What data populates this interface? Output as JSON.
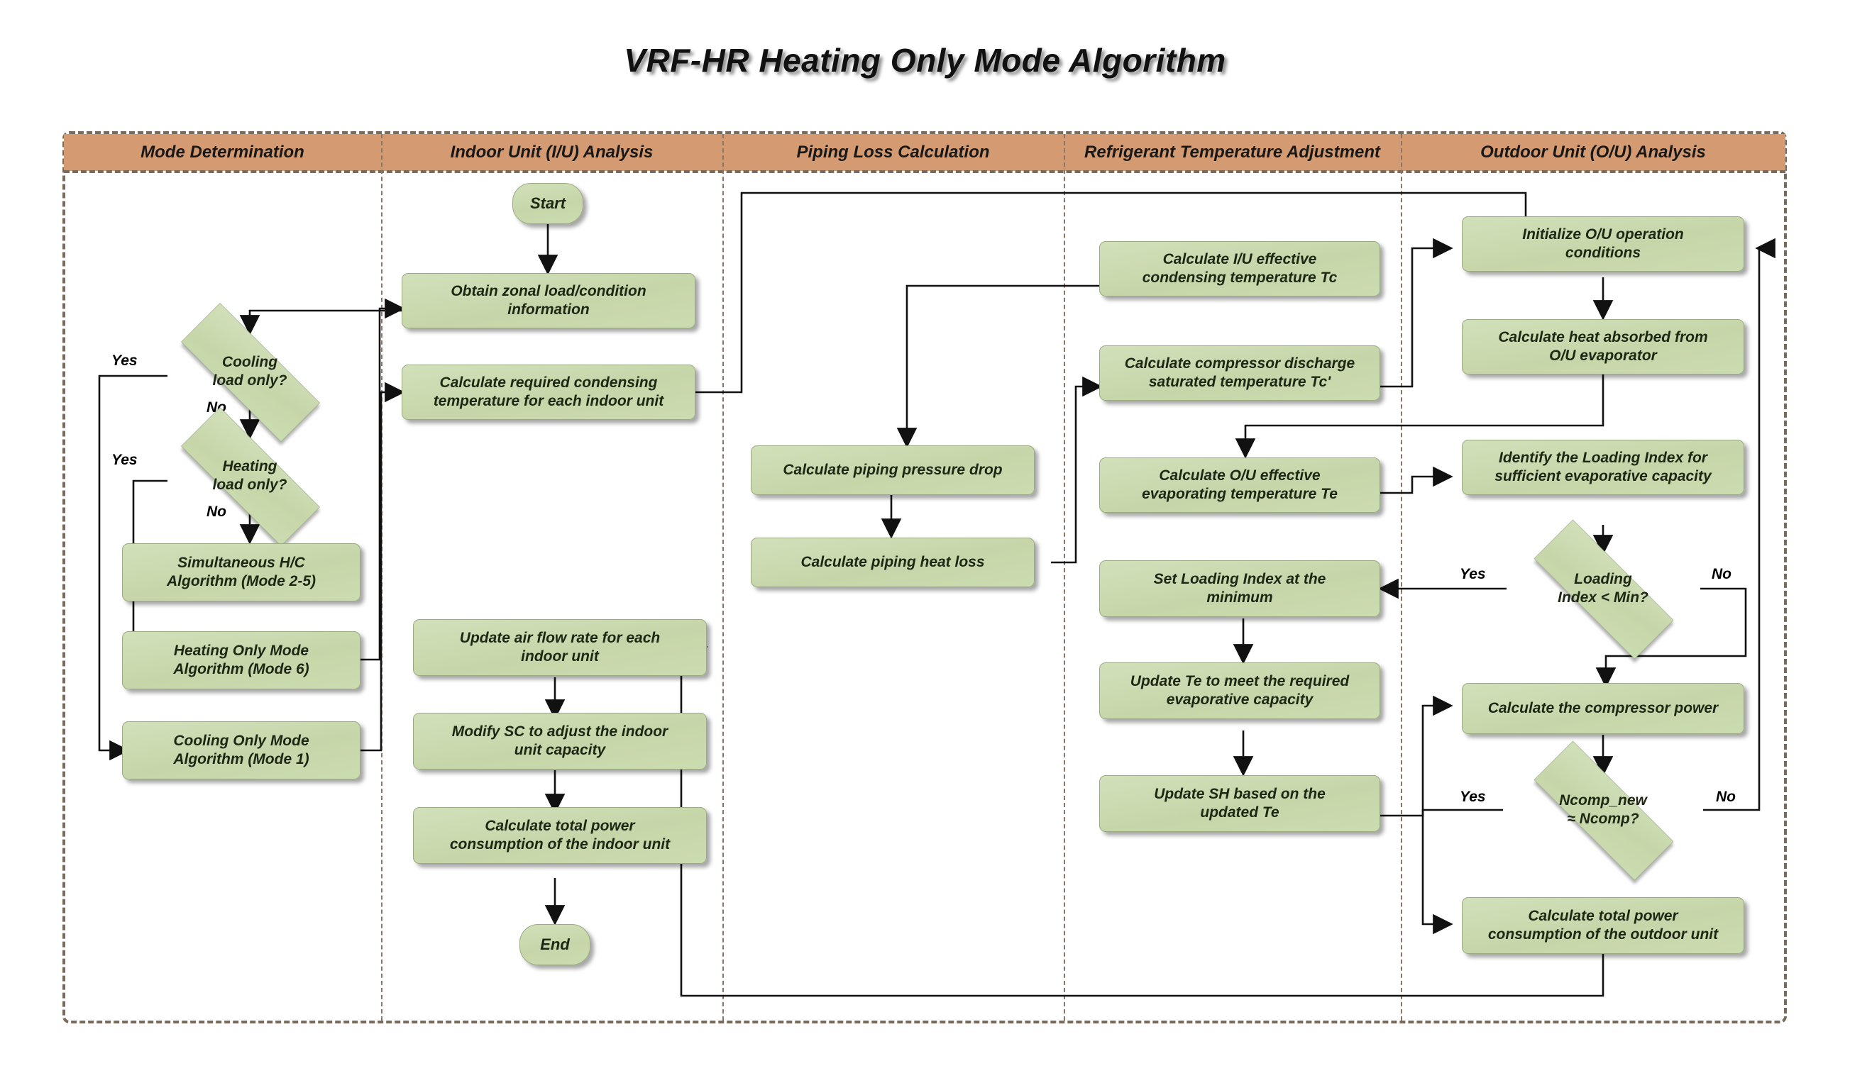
{
  "title": "VRF-HR Heating Only Mode Algorithm",
  "lanes": [
    {
      "label": "Mode Determination"
    },
    {
      "label": "Indoor Unit (I/U) Analysis"
    },
    {
      "label": "Piping Loss Calculation"
    },
    {
      "label": "Refrigerant Temperature Adjustment"
    },
    {
      "label": "Outdoor Unit (O/U) Analysis"
    }
  ],
  "colors": {
    "header_band": "#d49b72",
    "node_fill": "#cbdcb0",
    "node_border": "#9aab82",
    "frame_dash": "#7a6a5a",
    "text": "#1d2714"
  },
  "nodes": {
    "start": "Start",
    "end": "End",
    "cooling_load_only": "Cooling\nload only?",
    "heating_load_only": "Heating\nload only?",
    "simultaneous_hc": "Simultaneous H/C\nAlgorithm (Mode 2-5)",
    "heating_only_mode": "Heating Only Mode\nAlgorithm (Mode 6)",
    "cooling_only_mode": "Cooling Only Mode\nAlgorithm (Mode 1)",
    "obtain_zonal": "Obtain zonal load/condition\ninformation",
    "calc_req_cond_temp": "Calculate required condensing\ntemperature for each indoor unit",
    "update_air_flow": "Update air flow rate for each\nindoor unit",
    "modify_sc": "Modify SC to adjust the indoor\nunit capacity",
    "calc_total_power_iu": "Calculate total power\nconsumption of the indoor unit",
    "calc_piping_pressure_drop": "Calculate piping pressure drop",
    "calc_piping_heat_loss": "Calculate piping  heat loss",
    "calc_iu_tc": "Calculate I/U effective\ncondensing temperature Tc",
    "calc_comp_tc_prime": "Calculate compressor discharge\nsaturated temperature Tc'",
    "calc_ou_te": "Calculate O/U effective\nevaporating temperature Te",
    "set_loading_index_min": "Set Loading Index at the\nminimum",
    "update_te": "Update Te to meet the required\nevaporative capacity",
    "update_sh": "Update SH based on the\nupdated Te",
    "init_ou": "Initialize O/U operation\nconditions",
    "calc_heat_absorbed": "Calculate heat absorbed from\nO/U evaporator",
    "identify_loading_index": "Identify the Loading Index for\nsufficient evaporative capacity",
    "loading_index_min": "Loading\nIndex < Min?",
    "calc_compressor_power": "Calculate the compressor power",
    "ncomp_check": "Ncomp_new\n≈  Ncomp?",
    "calc_total_power_ou": "Calculate total power\nconsumption of the outdoor unit"
  },
  "branch_labels": {
    "cooling_yes": "Yes",
    "cooling_no": "No",
    "heating_yes": "Yes",
    "heating_no": "No",
    "loading_yes": "Yes",
    "loading_no": "No",
    "ncomp_yes": "Yes",
    "ncomp_no": "No"
  }
}
